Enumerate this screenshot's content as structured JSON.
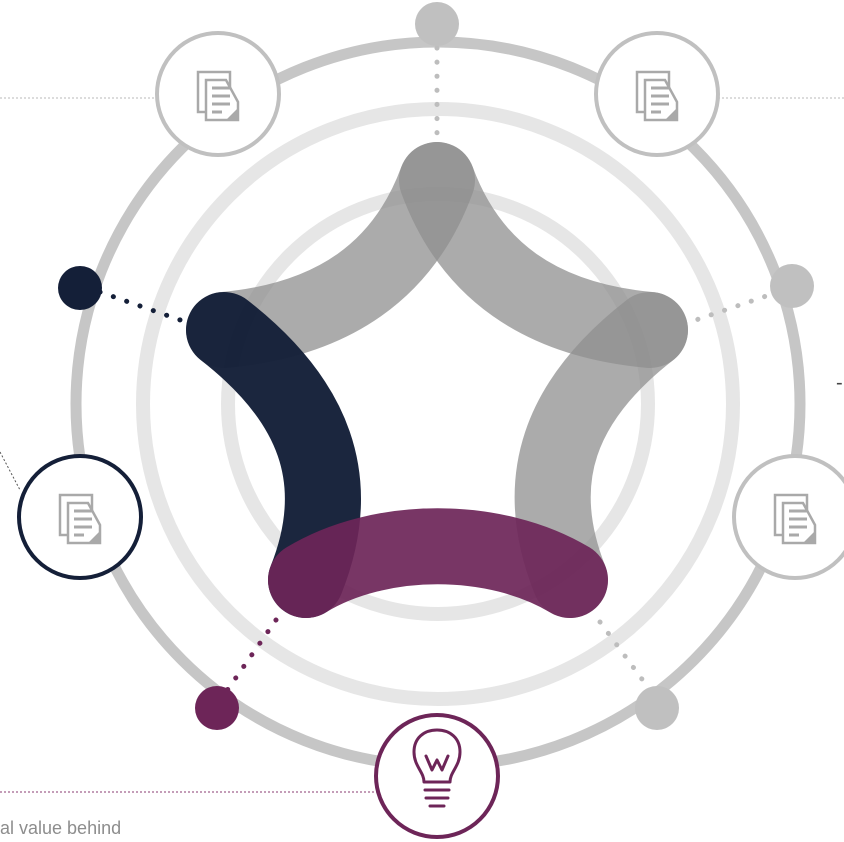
{
  "caption": "al value behind",
  "edge_text": "-",
  "colors": {
    "navy": "#141f38",
    "plum": "#6d2558",
    "gray_band": "#8f8f8f",
    "ring_outer": "#c6c6c6",
    "ring_inner": "#e6e6e6",
    "node_gray": "#c0c0c0",
    "icon_gray": "#a9a9a9"
  },
  "icons": [
    {
      "name": "document-icon-top-left",
      "style": "gray"
    },
    {
      "name": "document-icon-top-right",
      "style": "gray"
    },
    {
      "name": "document-icon-right",
      "style": "gray"
    },
    {
      "name": "document-icon-left",
      "style": "navy"
    },
    {
      "name": "lightbulb-icon-bottom",
      "style": "plum"
    }
  ],
  "nodes": [
    {
      "name": "node-top",
      "color": "gray"
    },
    {
      "name": "node-right",
      "color": "gray"
    },
    {
      "name": "node-bottom-right",
      "color": "gray"
    },
    {
      "name": "node-bottom-left",
      "color": "plum"
    },
    {
      "name": "node-left",
      "color": "navy"
    }
  ]
}
